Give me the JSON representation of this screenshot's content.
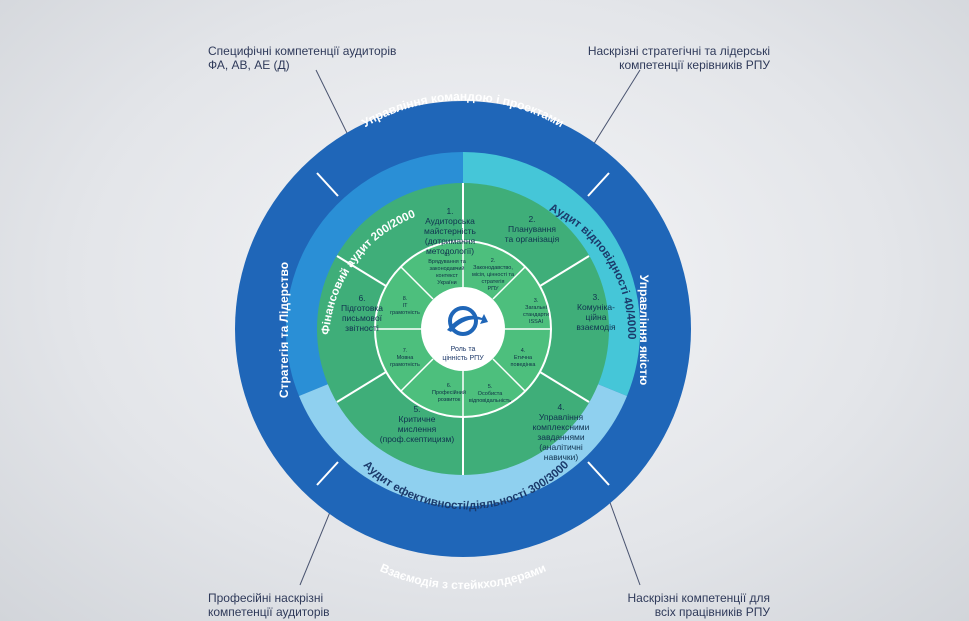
{
  "callouts": {
    "top_left": [
      "Специфічні компетенції аудиторів",
      "ФА, АВ, АЕ (Д)"
    ],
    "top_right": [
      "Наскрізні стратегічні та лідерські",
      "компетенції керівників РПУ"
    ],
    "bottom_left": [
      "Професійні наскрізні",
      "компетенції аудиторів"
    ],
    "bottom_right": [
      "Наскрізні компетенції для",
      "всіх працівників РПУ"
    ]
  },
  "outer_ring": {
    "top": "Управління командою і проектами",
    "left": "Стратегія та Лідерство",
    "right": "Управління якістю",
    "bottom": "Взаємодія з стейкхолдерами"
  },
  "audit_ring": {
    "financial": "Фінансовий аудит 200/2000",
    "compliance": "Аудит відповідності 40/4000",
    "performance": "Аудит ефективності/діяльності 300/3000"
  },
  "segments": [
    {
      "num": "1.",
      "lines": [
        "Аудиторська",
        "майстерність",
        "(дотримання",
        "методології)"
      ]
    },
    {
      "num": "2.",
      "lines": [
        "Планування",
        "та організація"
      ]
    },
    {
      "num": "3.",
      "lines": [
        "Комуніка-",
        "ційна",
        "взаємодія"
      ]
    },
    {
      "num": "4.",
      "lines": [
        "Управління",
        "комплексними",
        "завданнями",
        "(аналітичні",
        "навички)"
      ]
    },
    {
      "num": "5.",
      "lines": [
        "Критичне",
        "мислення",
        "(проф.скептицизм)"
      ]
    },
    {
      "num": "6.",
      "lines": [
        "Підготовка",
        "письмової",
        "звітності"
      ]
    }
  ],
  "inner_segments": [
    {
      "num": "1.",
      "lines": [
        "Врядування та",
        "законодавчий",
        "контекст",
        "України"
      ]
    },
    {
      "num": "2.",
      "lines": [
        "Законодавство,",
        "місія, цінності та",
        "стратегія",
        "РПУ"
      ]
    },
    {
      "num": "3.",
      "lines": [
        "Загальні",
        "стандарти",
        "ISSAI"
      ]
    },
    {
      "num": "4.",
      "lines": [
        "Етична",
        "поведінка"
      ]
    },
    {
      "num": "5.",
      "lines": [
        "Особиста",
        "відповідальність"
      ]
    },
    {
      "num": "6.",
      "lines": [
        "Професійний",
        "розвиток"
      ]
    },
    {
      "num": "7.",
      "lines": [
        "Мовна",
        "грамотність"
      ]
    },
    {
      "num": "8.",
      "lines": [
        "ІТ",
        "грамотність"
      ]
    }
  ],
  "center": {
    "lines": [
      "Роль та",
      "цінність РПУ"
    ],
    "icon": "rpu-logo-icon"
  },
  "colors": {
    "outer_blue": "#1f66b8",
    "financial_blue": "#2a8fd6",
    "compliance_cyan": "#45c6d8",
    "performance_light": "#8fd0ef",
    "green_outer": "#3fae79",
    "green_inner": "#4dbf7d",
    "center_white": "#ffffff",
    "callout_text": "#2f3a5a"
  }
}
